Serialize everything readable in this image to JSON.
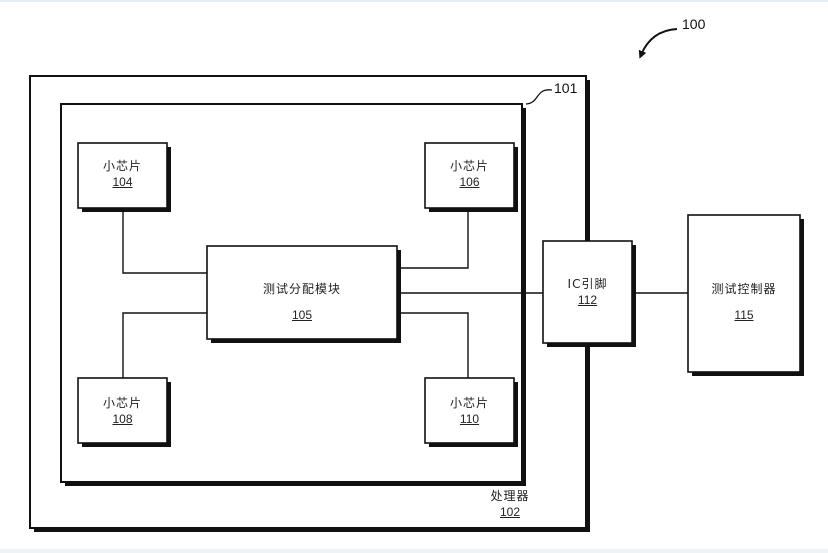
{
  "figure": {
    "ref": "100",
    "inner_box_ref": "101"
  },
  "processor": {
    "name": "处理器",
    "ref": "102"
  },
  "chiplets": [
    {
      "name": "小芯片",
      "ref": "104"
    },
    {
      "name": "小芯片",
      "ref": "106"
    },
    {
      "name": "小芯片",
      "ref": "108"
    },
    {
      "name": "小芯片",
      "ref": "110"
    }
  ],
  "test_distribution_module": {
    "name": "测试分配模块",
    "ref": "105"
  },
  "ic_pin": {
    "name": "IC引脚",
    "ref": "112"
  },
  "test_controller": {
    "name": "测试控制器",
    "ref": "115"
  },
  "colors": {
    "line": "#111111",
    "background": "#ffffff"
  }
}
